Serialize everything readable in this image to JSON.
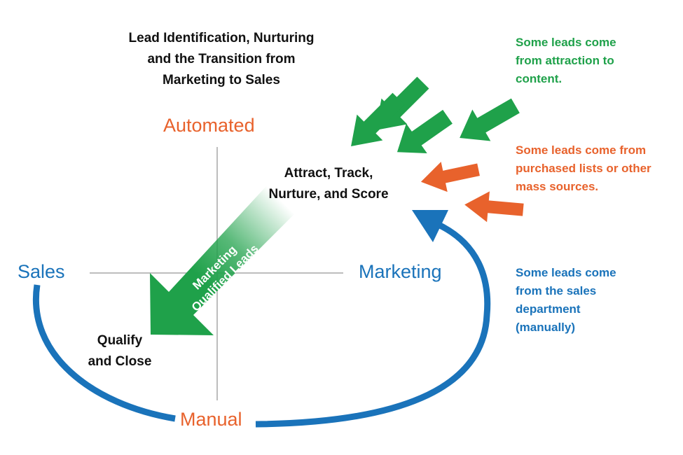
{
  "title": {
    "line1": "Lead Identification, Nurturing",
    "line2": "and the Transition from",
    "line3": "Marketing to Sales"
  },
  "axes": {
    "top": "Automated",
    "bottom": "Manual",
    "left": "Sales",
    "right": "Marketing"
  },
  "stages": {
    "marketing_line1": "Attract, Track,",
    "marketing_line2": "Nurture, and Score",
    "sales_line1": "Qualify",
    "sales_line2": "and Close"
  },
  "transition_arrow": {
    "line1": "Marketing",
    "line2": "Qualified Leads"
  },
  "notes": {
    "content": [
      "Some leads come",
      "from attraction to",
      "content."
    ],
    "purchased": [
      "Some leads come from",
      "purchased lists or other",
      "mass sources."
    ],
    "sales": [
      "Some leads come",
      "from the sales",
      "department",
      "(manually)"
    ]
  },
  "colors": {
    "green": "#1fa14a",
    "orange": "#e8622c",
    "blue": "#1a73ba",
    "axis_line": "#bdbdbd",
    "text": "#111111"
  }
}
